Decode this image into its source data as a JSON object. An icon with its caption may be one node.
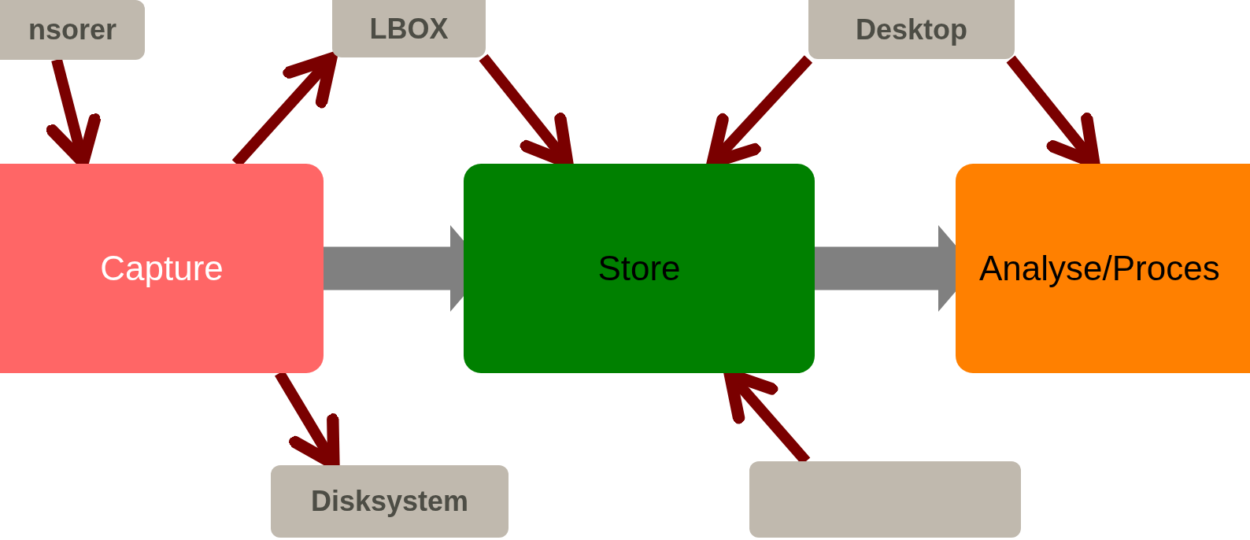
{
  "diagram": {
    "nodes": [
      {
        "text": [
          "nsorer"
        ]
      },
      {
        "text": [
          "LBOX"
        ]
      },
      {
        "text": [
          "Desktop"
        ]
      },
      {
        "text": [
          "Capture"
        ]
      },
      {
        "text": [
          "Store"
        ]
      },
      {
        "text": [
          "Analyse/Proces"
        ]
      },
      {
        "text": [
          "Disksystem"
        ]
      },
      {
        "text": [],
        "shape": "box"
      }
    ],
    "edges": [
      {
        "from": 0,
        "to": 3,
        "arrow": "to"
      },
      {
        "from": 3,
        "to": 1,
        "arrow": "to"
      },
      {
        "from": 1,
        "to": 4,
        "arrow": "to"
      },
      {
        "from": 2,
        "to": 4,
        "arrow": "to"
      },
      {
        "from": 2,
        "to": 5,
        "arrow": "to"
      },
      {
        "from": 3,
        "to": 6,
        "arrow": "to"
      },
      {
        "from": 7,
        "to": 4,
        "arrow": "to"
      },
      {
        "from": 3,
        "to": 4,
        "arrow": "to",
        "style": "thick",
        "color": "#808080"
      },
      {
        "from": 4,
        "to": 5,
        "arrow": "to",
        "style": "thick",
        "color": "#808080"
      }
    ]
  }
}
